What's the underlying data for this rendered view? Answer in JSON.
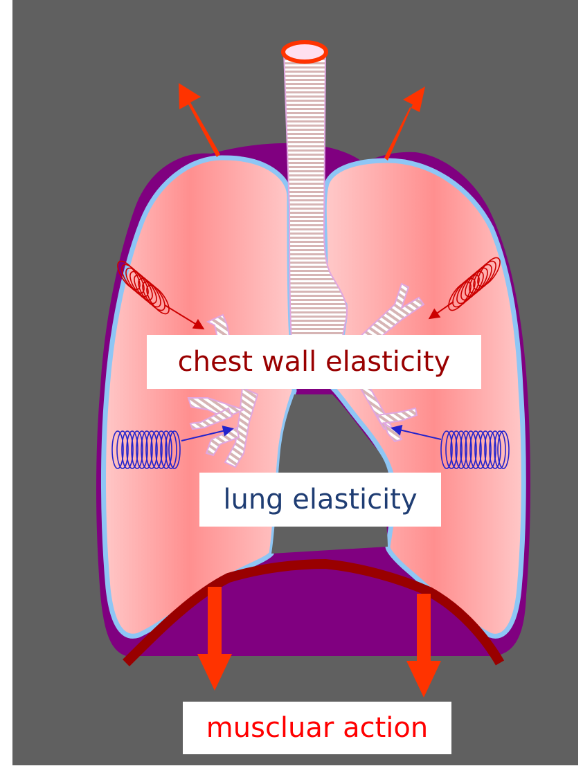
{
  "diagram": {
    "labels": {
      "chest_wall": "chest wall elasticity",
      "lung": "lung elasticity",
      "muscular": "muscluar action"
    },
    "colors": {
      "background_panel": "#606060",
      "lung_fill_light": "#ffc4c4",
      "lung_fill_dark": "#ff8e8e",
      "pleura_outline": "#8ec6f5",
      "chest_wall": "#800080",
      "diaphragm": "#990000",
      "force_arrow": "#ff3300",
      "airway_stripe": "#d6b4b4",
      "chest_spring": "#cc0000",
      "lung_spring": "#2222cc",
      "chest_label_text": "#990000",
      "lung_label_text": "#1f3d73",
      "muscle_label_text": "#ff0000"
    }
  }
}
